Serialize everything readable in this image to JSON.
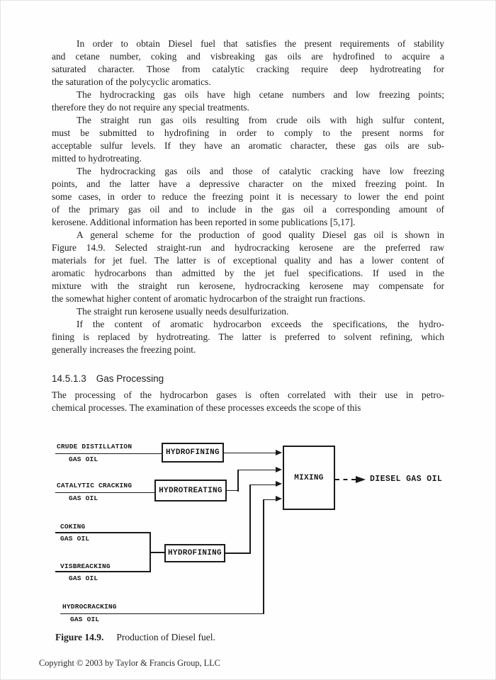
{
  "document": {
    "paragraphs": [
      {
        "lines": [
          "In order to obtain Diesel fuel that satisfies the present requirements of stability",
          "and cetane number, coking and visbreaking gas oils are hydrofined to acquire a",
          "saturated character. Those from catalytic cracking require deep hydrotreating for",
          "the saturation of the polycyclic aromatics."
        ]
      },
      {
        "lines": [
          "The hydrocracking gas oils have high cetane numbers and low freezing points;",
          "therefore they do not require any special treatments."
        ]
      },
      {
        "lines": [
          "The straight run gas oils resulting from crude oils with high sulfur content,",
          "must be submitted to hydrofining in order to comply to the present norms for",
          "acceptable sulfur levels. If they have an aromatic character, these gas oils are sub-",
          "mitted to hydrotreating."
        ]
      },
      {
        "lines": [
          "The hydrocracking gas oils and those of catalytic cracking have low freezing",
          "points, and the latter have a depressive character on the mixed freezing point. In",
          "some cases, in order to reduce the freezing point it is necessary to lower the end point",
          "of the primary gas oil and to include in the gas oil a corresponding amount of",
          "kerosene. Additional information has been reported in some publications [5,17]."
        ]
      },
      {
        "lines": [
          "A general scheme for the production of good quality Diesel gas oil is shown in",
          "Figure 14.9. Selected straight-run and hydrocracking kerosene are the preferred raw",
          "materials for jet fuel. The latter is of exceptional quality and has a lower content of",
          "aromatic hydrocarbons than admitted by the jet fuel specifications. If used in the",
          "mixture with the straight run kerosene, hydrocracking kerosene may compensate for",
          "the somewhat higher content of aromatic hydrocarbon of the straight run fractions."
        ]
      },
      {
        "lines": [
          "The straight run kerosene usually needs desulfurization."
        ]
      },
      {
        "lines": [
          "If the content of aromatic hydrocarbon exceeds the specifications, the hydro-",
          "fining is replaced by hydrotreating. The latter is preferred to solvent refining, which",
          "generally increases the freezing point."
        ]
      }
    ],
    "heading": {
      "number": "14.5.1.3",
      "title": "Gas Processing"
    },
    "after_heading_paragraph": {
      "lines": [
        "The processing of the hydrocarbon gases is often correlated with their use in petro-",
        "chemical processes. The examination of these processes exceeds the scope of this"
      ]
    },
    "figure": {
      "label": "Figure 14.9.",
      "caption": "Production of Diesel fuel."
    },
    "copyright": "Copyright © 2003 by Taylor & Francis Group, LLC"
  },
  "diagram": {
    "streams": [
      {
        "name": "CRUDE DISTILLATION",
        "sub": "GAS OIL"
      },
      {
        "name": "CATALYTIC CRACKING",
        "sub": "GAS OIL"
      },
      {
        "name": "COKING",
        "sub": "GAS OIL"
      },
      {
        "name": "VISBREACKING",
        "sub": "GAS OIL"
      },
      {
        "name": "HYDROCRACKING",
        "sub": "GAS OIL"
      }
    ],
    "boxes": {
      "hydrofining_top": "HYDROFINING",
      "hydrotreating": "HYDROTREATING",
      "hydrofining_bottom": "HYDROFINING",
      "mixing": "MIXING"
    },
    "output": "DIESEL GAS OIL",
    "ink_color": "#1a1a1a"
  }
}
